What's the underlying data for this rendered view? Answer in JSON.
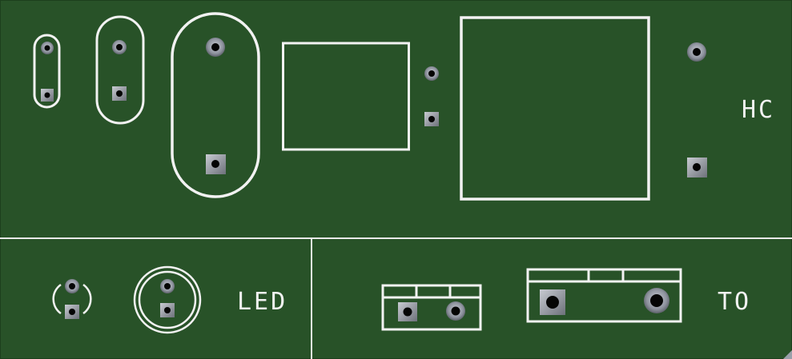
{
  "board": {
    "background": "#285228",
    "silkscreen_color": "#f2f2f2",
    "pad_color": "#9aa0aa"
  },
  "labels": {
    "hc": "HC",
    "led": "LED",
    "to": "TO"
  }
}
